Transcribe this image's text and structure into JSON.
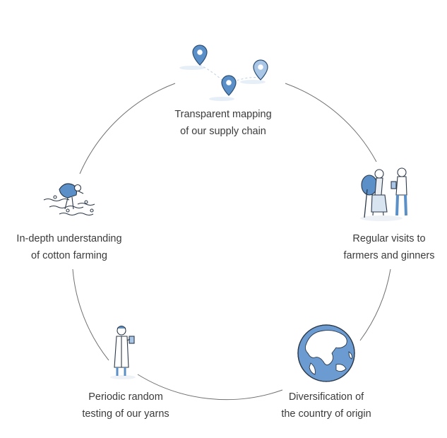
{
  "steps": [
    {
      "id": "mapping",
      "icon": "map-pins-icon",
      "lines": [
        "Transparent mapping",
        "of our supply chain"
      ]
    },
    {
      "id": "visits",
      "icon": "farmer-visit-icon",
      "lines": [
        "Regular visits to",
        "farmers and ginners"
      ]
    },
    {
      "id": "origin",
      "icon": "globe-icon",
      "lines": [
        "Diversification of",
        "the country of origin"
      ]
    },
    {
      "id": "testing",
      "icon": "lab-technician-icon",
      "lines": [
        "Periodic random",
        "testing of our yarns"
      ]
    },
    {
      "id": "farming",
      "icon": "cotton-farmer-icon",
      "lines": [
        "In-depth understanding",
        "of cotton farming"
      ]
    }
  ],
  "colors": {
    "accent": "#5b8fc7",
    "accent_light": "#a9c6e6",
    "line": "#707070",
    "text": "#3b3b3b"
  }
}
